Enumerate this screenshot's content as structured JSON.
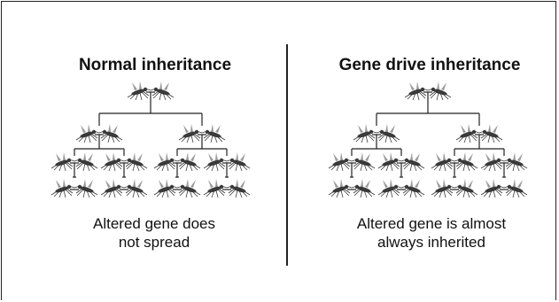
{
  "left_panel": {
    "title": "Normal inheritance",
    "caption_line1": "Altered gene does",
    "caption_line2": "not spread"
  },
  "right_panel": {
    "title": "Gene drive inheritance",
    "caption_line1": "Altered gene is almost",
    "caption_line2": "always inherited"
  },
  "colors": {
    "line": "#222222",
    "mosquito": "#3a3a3a",
    "wing": "#9a9a9a"
  },
  "icon": "mosquito-icon"
}
